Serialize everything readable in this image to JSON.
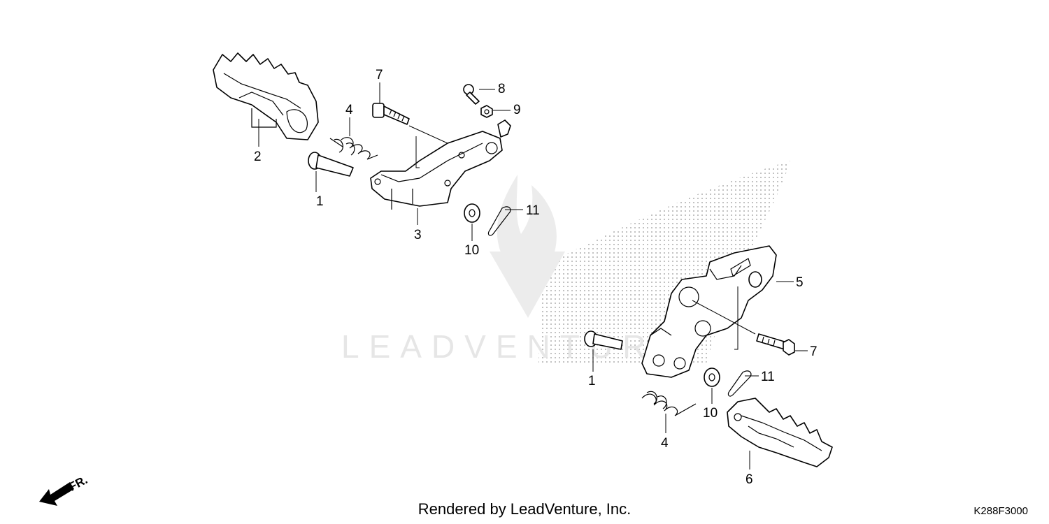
{
  "diagram": {
    "drawing_code": "K288F3000",
    "footer": "Rendered by LeadVenture, Inc.",
    "watermark": "LEADVENTURE",
    "direction_label": "FR.",
    "callouts": {
      "left_1": "1",
      "left_2": "2",
      "left_3": "3",
      "left_4": "4",
      "left_7": "7",
      "left_8": "8",
      "left_9": "9",
      "left_10": "10",
      "left_11": "11",
      "right_1": "1",
      "right_4": "4",
      "right_5": "5",
      "right_6": "6",
      "right_7": "7",
      "right_10": "10",
      "right_11": "11"
    }
  }
}
